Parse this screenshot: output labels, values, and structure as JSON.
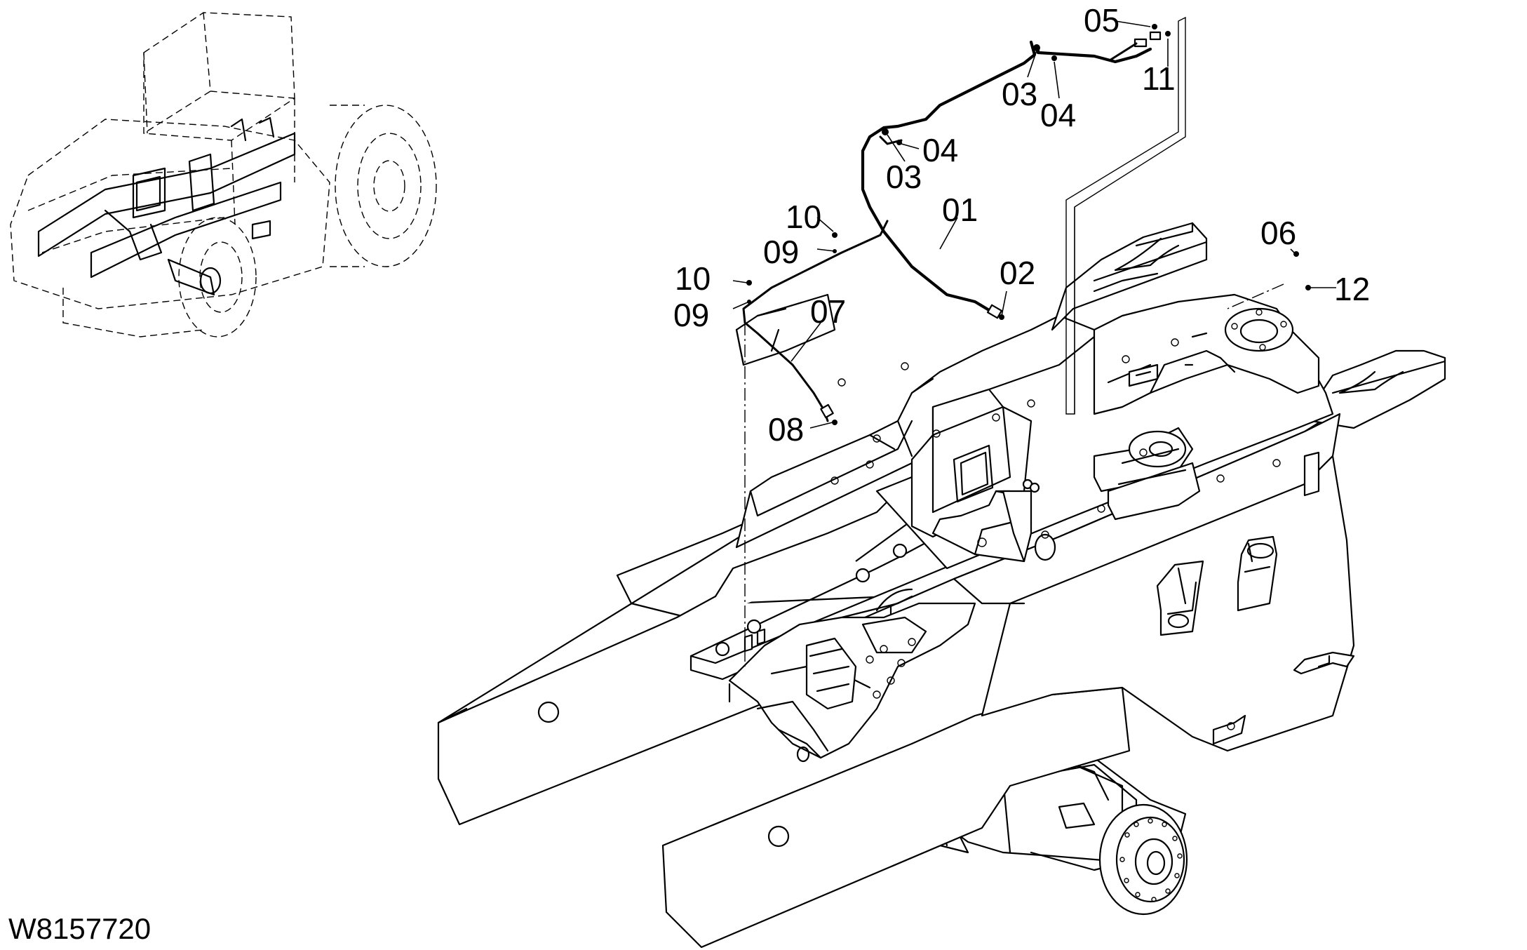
{
  "drawing_id": "W8157720",
  "callouts": [
    {
      "key": "c05",
      "text": "05"
    },
    {
      "key": "c11",
      "text": "11"
    },
    {
      "key": "c03a",
      "text": "03"
    },
    {
      "key": "c04a",
      "text": "04"
    },
    {
      "key": "c04b",
      "text": "04"
    },
    {
      "key": "c03b",
      "text": "03"
    },
    {
      "key": "c01",
      "text": "01"
    },
    {
      "key": "c10a",
      "text": "10"
    },
    {
      "key": "c09a",
      "text": "09"
    },
    {
      "key": "c02",
      "text": "02"
    },
    {
      "key": "c10b",
      "text": "10"
    },
    {
      "key": "c09b",
      "text": "09"
    },
    {
      "key": "c07",
      "text": "07"
    },
    {
      "key": "c08",
      "text": "08"
    },
    {
      "key": "c06",
      "text": "06"
    },
    {
      "key": "c12",
      "text": "12"
    }
  ],
  "icons": {
    "overview_thumbnail": "machine-overview-icon",
    "frame": "rear-frame-illustration",
    "axle": "rear-axle-illustration",
    "hoses": "lubrication-hose-assembly"
  }
}
